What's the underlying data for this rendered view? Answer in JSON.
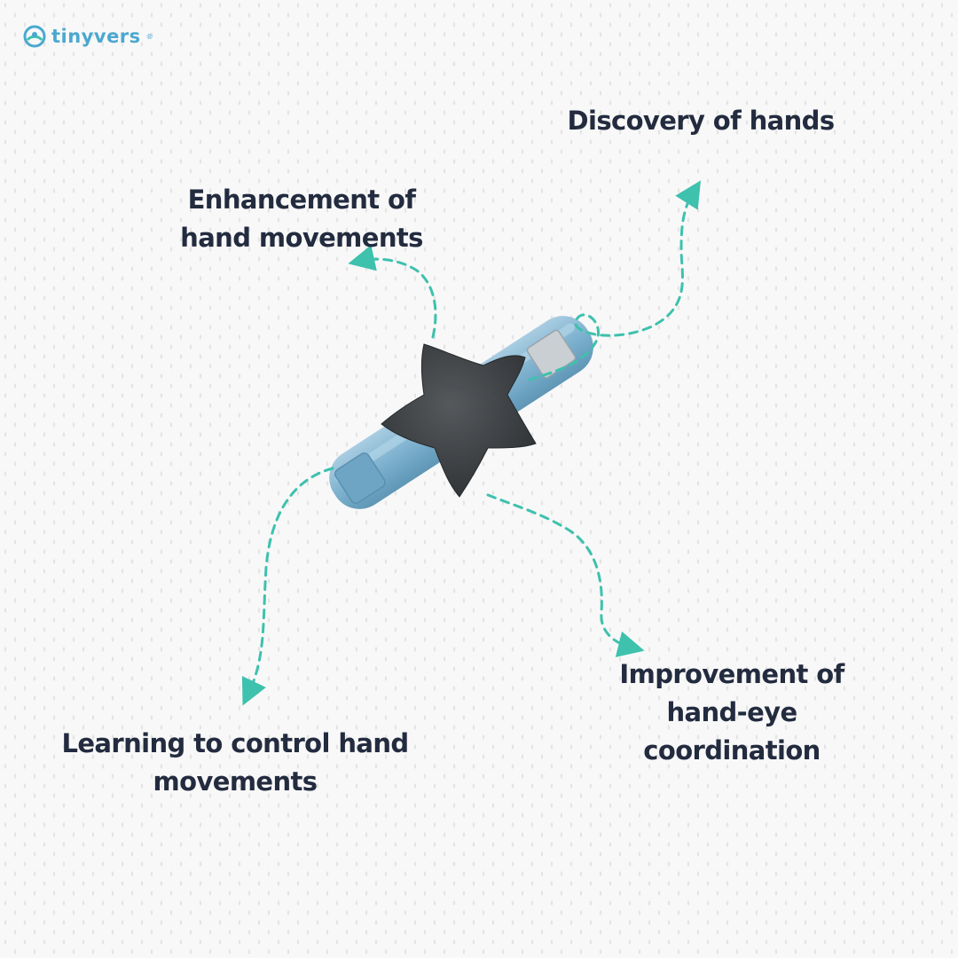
{
  "brand": {
    "name": "tinyvers",
    "registered": "®"
  },
  "colors": {
    "arrow": "#3ec1ad",
    "text": "#232b3f",
    "band": "#7fb3d0",
    "star": "#3c3f42",
    "logo": "#4aa8cf"
  },
  "product_image": {
    "subject": "wrist-rattle-star-icon"
  },
  "benefits": [
    {
      "lines": [
        "Discovery of hands"
      ]
    },
    {
      "lines": [
        "Enhancement of",
        "hand movements"
      ]
    },
    {
      "lines": [
        "Learning to control hand",
        "movements"
      ]
    },
    {
      "lines": [
        "Improvement of",
        "hand-eye",
        "coordination"
      ]
    }
  ]
}
